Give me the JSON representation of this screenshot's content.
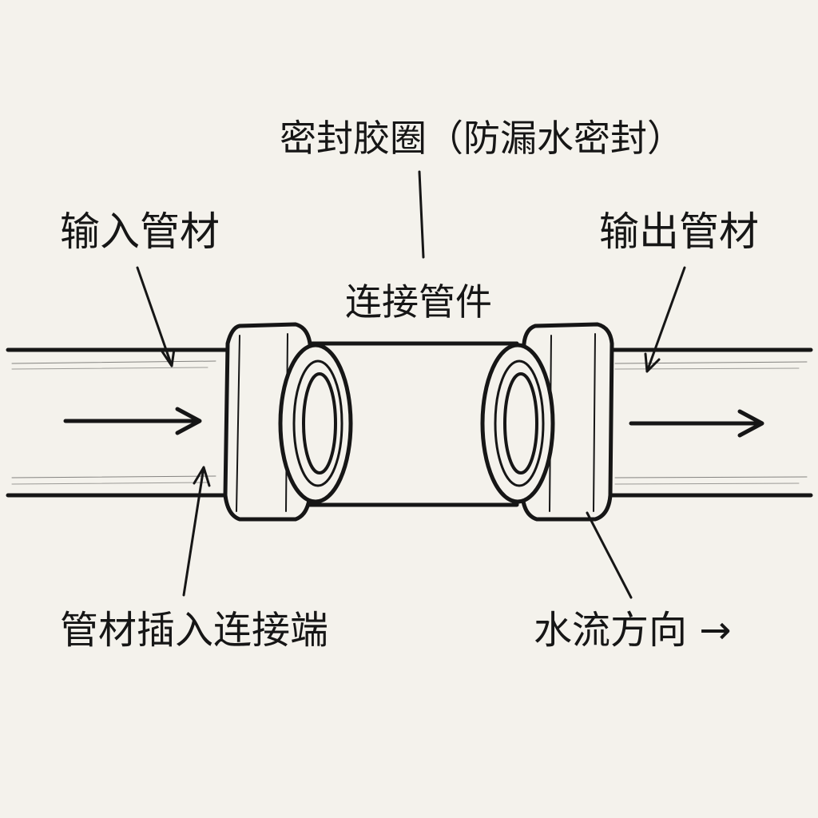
{
  "labels": {
    "seal": "密封胶圈（防漏水密封）",
    "inlet_pipe": "输入管材",
    "outlet_pipe": "输出管材",
    "fitting": "连接管件",
    "insert_end": "管材插入连接端",
    "flow_direction": "水流方向 →"
  },
  "colors": {
    "ink": "#161616",
    "paper": "#f4f2ec"
  }
}
